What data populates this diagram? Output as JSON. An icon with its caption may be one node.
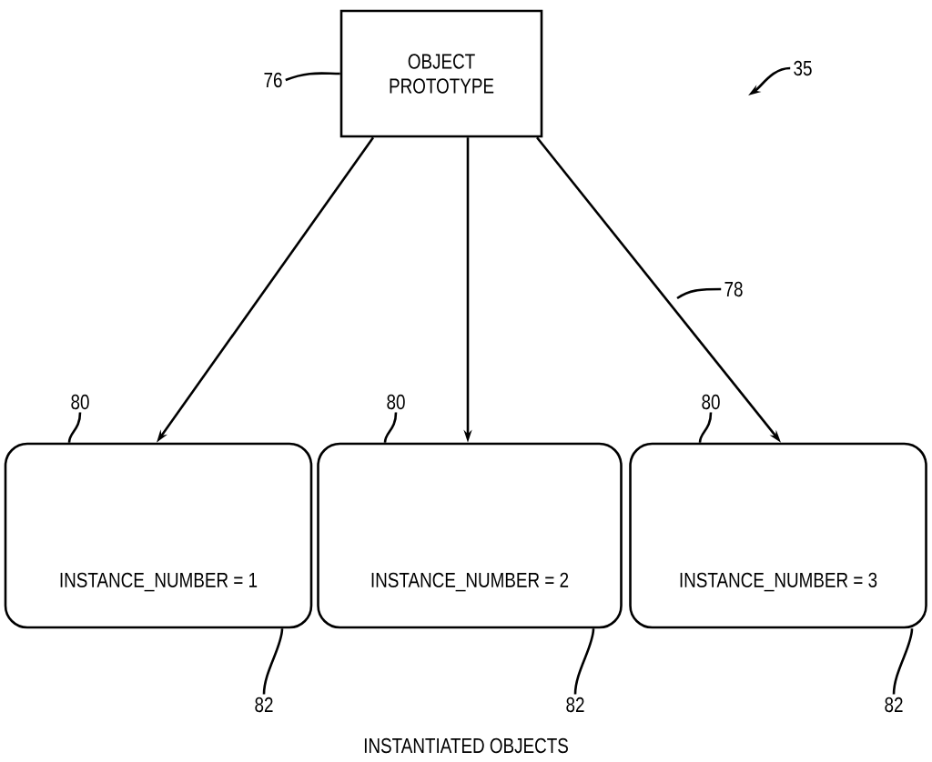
{
  "diagram": {
    "caption": "INSTANTIATED OBJECTS",
    "nodes": [
      {
        "text": [
          "OBJECT PROTOTYPE"
        ]
      },
      {
        "text": [
          "INSTANCE_NUMBER = 1"
        ]
      },
      {
        "text": [
          "INSTANCE_NUMBER = 2"
        ]
      },
      {
        "text": [
          "INSTANCE_NUMBER = 3"
        ]
      },
      {
        "text": [
          "76"
        ]
      },
      {
        "text": [
          "35"
        ]
      },
      {
        "text": [
          "78"
        ]
      },
      {
        "text": [
          "80"
        ]
      },
      {
        "text": [
          "80"
        ]
      },
      {
        "text": [
          "80"
        ]
      },
      {
        "text": [
          "82"
        ]
      },
      {
        "text": [
          "82"
        ]
      },
      {
        "text": [
          "82"
        ]
      }
    ],
    "edges": [
      {
        "from": 0,
        "to": 1,
        "arrow": "to"
      },
      {
        "from": 0,
        "to": 2,
        "arrow": "to"
      },
      {
        "from": 0,
        "to": 3,
        "arrow": "to"
      },
      {
        "from": 4,
        "to": 0,
        "arrow": "none"
      },
      {
        "from": 5,
        "to": null,
        "arrow": "to"
      },
      {
        "from": 6,
        "to": null,
        "arrow": "none"
      },
      {
        "from": 7,
        "to": 1,
        "arrow": "none"
      },
      {
        "from": 8,
        "to": 2,
        "arrow": "none"
      },
      {
        "from": 9,
        "to": 3,
        "arrow": "none"
      },
      {
        "from": 10,
        "to": 1,
        "arrow": "none"
      },
      {
        "from": 11,
        "to": 2,
        "arrow": "none"
      },
      {
        "from": 12,
        "to": 3,
        "arrow": "none"
      }
    ]
  }
}
